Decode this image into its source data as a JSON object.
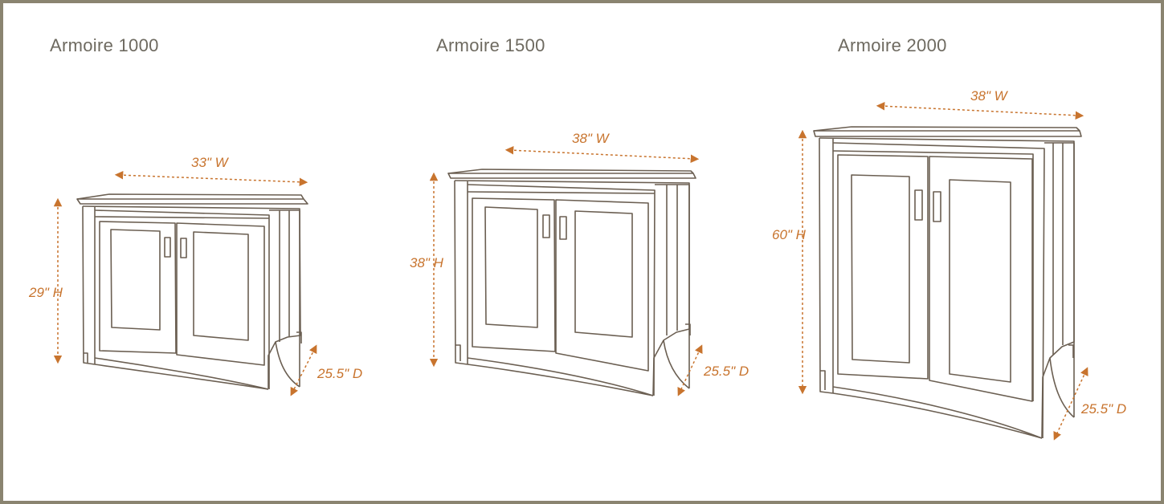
{
  "figures": [
    {
      "title": "Armoire 1000",
      "width": "33\" W",
      "height": "29\" H",
      "depth": "25.5\" D"
    },
    {
      "title": "Armoire 1500",
      "width": "38\" W",
      "height": "38\" H",
      "depth": "25.5\" D"
    },
    {
      "title": "Armoire 2000",
      "width": "38\" W",
      "height": "60\" H",
      "depth": "25.5\" D"
    }
  ],
  "colors": {
    "frame": "#8a8470",
    "line": "#6b5f52",
    "dimension": "#c8742e",
    "title": "#6e6a60"
  }
}
